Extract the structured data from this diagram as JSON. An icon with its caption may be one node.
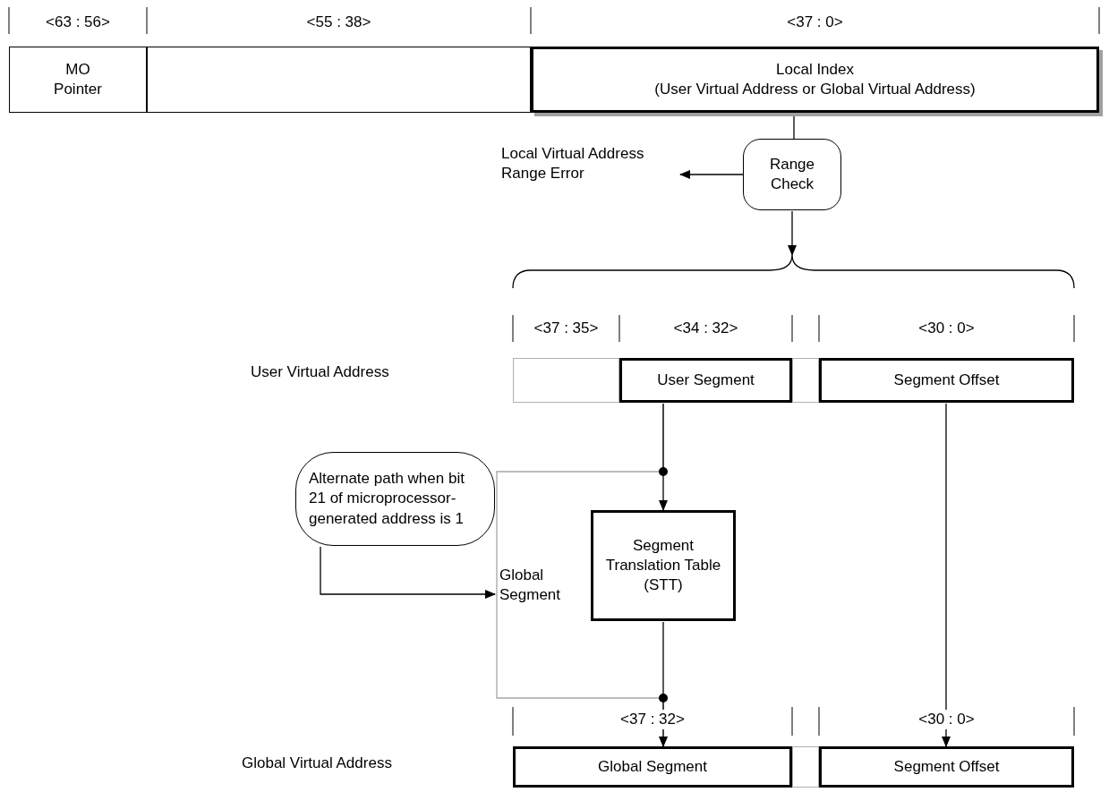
{
  "diagram": {
    "nodes": [
      {
        "text": [
          "MO Pointer"
        ]
      },
      {
        "text": [],
        "shape": "box"
      },
      {
        "text": [
          "Local Index",
          "(User Virtual Address or Global Virtual Address)"
        ]
      },
      {
        "text": [
          "Range Check"
        ]
      },
      {
        "text": [
          "Local Virtual Address Range Error"
        ]
      },
      {
        "text": [],
        "shape": "brace"
      },
      {
        "text": [],
        "shape": "box"
      },
      {
        "text": [
          "User Segment"
        ]
      },
      {
        "text": [],
        "shape": "box"
      },
      {
        "text": [
          "Segment Offset"
        ]
      },
      {
        "text": [
          "Alternate path when bit 21 of microprocessor-generated address is 1"
        ]
      },
      {
        "text": [
          "Segment Translation Table (STT)"
        ]
      },
      {
        "text": [
          "Global Segment"
        ]
      },
      {
        "text": [],
        "shape": "box"
      },
      {
        "text": [
          "Segment Offset"
        ]
      }
    ],
    "edges": [
      {
        "from": 2,
        "to": 3,
        "arrow": "none"
      },
      {
        "from": 3,
        "to": 4,
        "arrow": "to"
      },
      {
        "from": 3,
        "to": 5,
        "arrow": "to"
      },
      {
        "from": 7,
        "to": 11,
        "arrow": "to"
      },
      {
        "from": 7,
        "to": 12,
        "arrow": "to",
        "label": "Global Segment",
        "color": "#a6a6a6"
      },
      {
        "from": 11,
        "to": 12,
        "arrow": "to"
      },
      {
        "from": 9,
        "to": 14,
        "arrow": "to"
      },
      {
        "from": 10,
        "to": null,
        "arrow": "to"
      }
    ],
    "labels": [
      "<63 : 56>",
      "<55 : 38>",
      "<37 : 0>",
      "<37 : 35>",
      "<34 : 32>",
      "<30 : 0>",
      "User Virtual Address",
      "<37 : 32>",
      "<30 : 0>",
      "Global Virtual Address"
    ]
  }
}
